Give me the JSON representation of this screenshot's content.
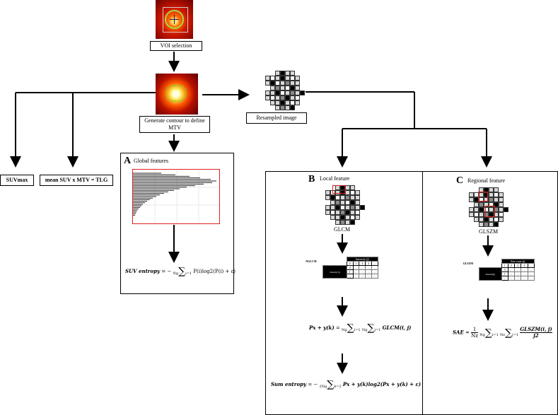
{
  "top": {
    "voi_label": "VOI selection",
    "contour_label": "Generate contour to define MTV",
    "resampled_label": "Resampled image",
    "suvmax": "SUVmax",
    "tlg": "mean SUV x MTV = TLG"
  },
  "panel_a": {
    "letter": "A",
    "title": "Global features",
    "formula": {
      "lhs": "SUV entropy",
      "rhs": "P(i)log2(P(i) + ε)",
      "sum_top": "Ng",
      "sum_bottom": "i=1"
    }
  },
  "panel_b": {
    "letter": "B",
    "title": "Local feature",
    "matrix_name": "GLCM",
    "table_label": "NGLCM",
    "table_header": "Intensity (j)",
    "table_side": "Intensity (i)",
    "columns": [
      "0",
      "1",
      "2",
      "3",
      "..."
    ],
    "rows": [
      "0",
      "1",
      "..."
    ],
    "cell": "...",
    "formula1": {
      "lhs": "Px + y(k)",
      "rhs": "GLCM(i, j)",
      "s1_top": "Ng",
      "s1_bottom": "i=1",
      "s2_top": "Ng",
      "s2_bottom": "j=1"
    },
    "formula2": {
      "lhs": "Sum entropy",
      "rhs": "Px + y(k)log2(Px + y(k) + ε)",
      "sum_top": "2Ng",
      "sum_bottom": "k=2"
    }
  },
  "panel_c": {
    "letter": "C",
    "title": "Regional feature",
    "matrix_name": "GLSZM",
    "table_label": "GLSZM",
    "table_header": "Size zone (j)",
    "table_side": "Intensity(i)",
    "columns": [
      "1",
      "2",
      "3",
      "4",
      "..."
    ],
    "rows": [
      "0",
      "1",
      "..."
    ],
    "cell": "...",
    "formula": {
      "lhs": "SAE",
      "coef_num": "1",
      "coef_den": "Nz",
      "s1_top": "Ng",
      "s1_bottom": "i=1",
      "s2_top": "Nz",
      "s2_bottom": "j=1",
      "num": "GLSZM(i, j)",
      "den": "j2"
    }
  },
  "colors": {
    "accent_red": "#e02020",
    "roi_green": "#7cc83a",
    "pet_dark": "#6a0000",
    "pet_hot": "#ffdf60"
  }
}
